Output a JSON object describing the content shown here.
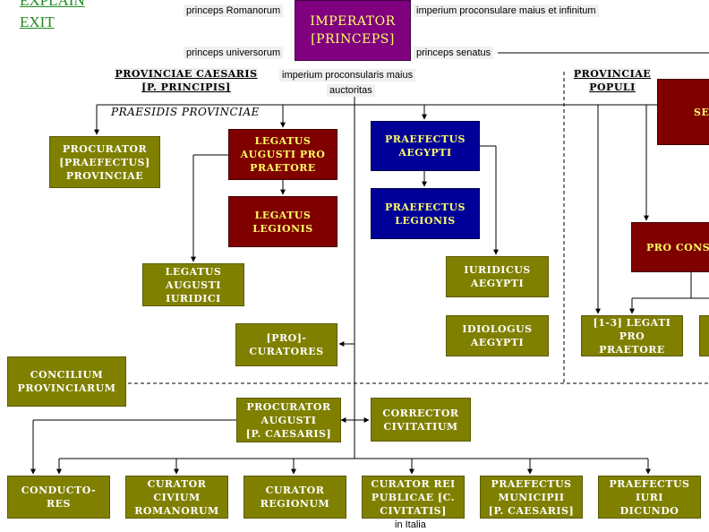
{
  "nav": {
    "explain": "EXPLAIN",
    "exit": "EXIT"
  },
  "emperor": {
    "title": "IMPERATOR\n[PRINCEPS]"
  },
  "emperor_labels": {
    "romanorum": "princeps Romanorum",
    "imperium_top": "imperium proconsulare maius et infinitum",
    "universorum": "princeps universorum",
    "senatus": "princeps senatus",
    "imperium_maius": "imperium proconsularis maius",
    "auctoritas": "auctoritas"
  },
  "sections": {
    "caesaris": "PROVINCIAE CAESARIS\n[P. PRINCIPIS]",
    "populi": "PROVINCIAE\nPOPULI",
    "praesidis": "PRAESIDIS PROVINCIAE"
  },
  "boxes": {
    "procurator_prov": "PROCURATOR\n[PRAEFECTUS]\nPROVINCIAE",
    "legatus_aug_pro_praetore": "LEGATUS\nAUGUSTI PRO\nPRAETORE",
    "legatus_legionis": "LEGATUS\nLEGIONIS",
    "praefectus_aegypti": "PRAEFECTUS\nAEGYPTI",
    "praefectus_legionis": "PRAEFECTUS\nLEGIONIS",
    "senatus": "SE",
    "pro_consule": "PRO CONS",
    "legatus_aug_iuridici": "LEGATUS\nAUGUSTI\nIURIDICI",
    "iuridicus_aegypti": "IURIDICUS\nAEGYPTI",
    "idiologus_aegypti": "IDIOLOGUS\nAEGYPTI",
    "pro_curatores": "[PRO]-\nCURATORES",
    "legati_pro_praetore": "[1-3] LEGATI\nPRO\nPRAETORE",
    "concilium": "CONCILIUM\nPROVINCIARUM",
    "procurator_augusti": "PROCURATOR\nAUGUSTI\n[P. CAESARIS]",
    "corrector": "CORRECTOR\nCIVITATIUM",
    "conductores": "CONDUCTO-\nRES",
    "curator_civium": "CURATOR\nCIVIUM\nROMANORUM",
    "curator_regionum": "CURATOR\nREGIONUM",
    "curator_rei": "CURATOR REI\nPUBLICAE [C.\nCIVITATIS]",
    "praefectus_municipii": "PRAEFECTUS\nMUNICIPII\n[P. CAESARIS]",
    "praefectus_iuri": "PRAEFECTUS\nIURI\nDICUNDO"
  },
  "notes": {
    "in_italia": "in Italia"
  },
  "colors": {
    "olive": "#808000",
    "red": "#800000",
    "blue": "#000099",
    "purple": "#800080",
    "yellow_text": "#ffff66",
    "link": "#1f8a1f"
  }
}
